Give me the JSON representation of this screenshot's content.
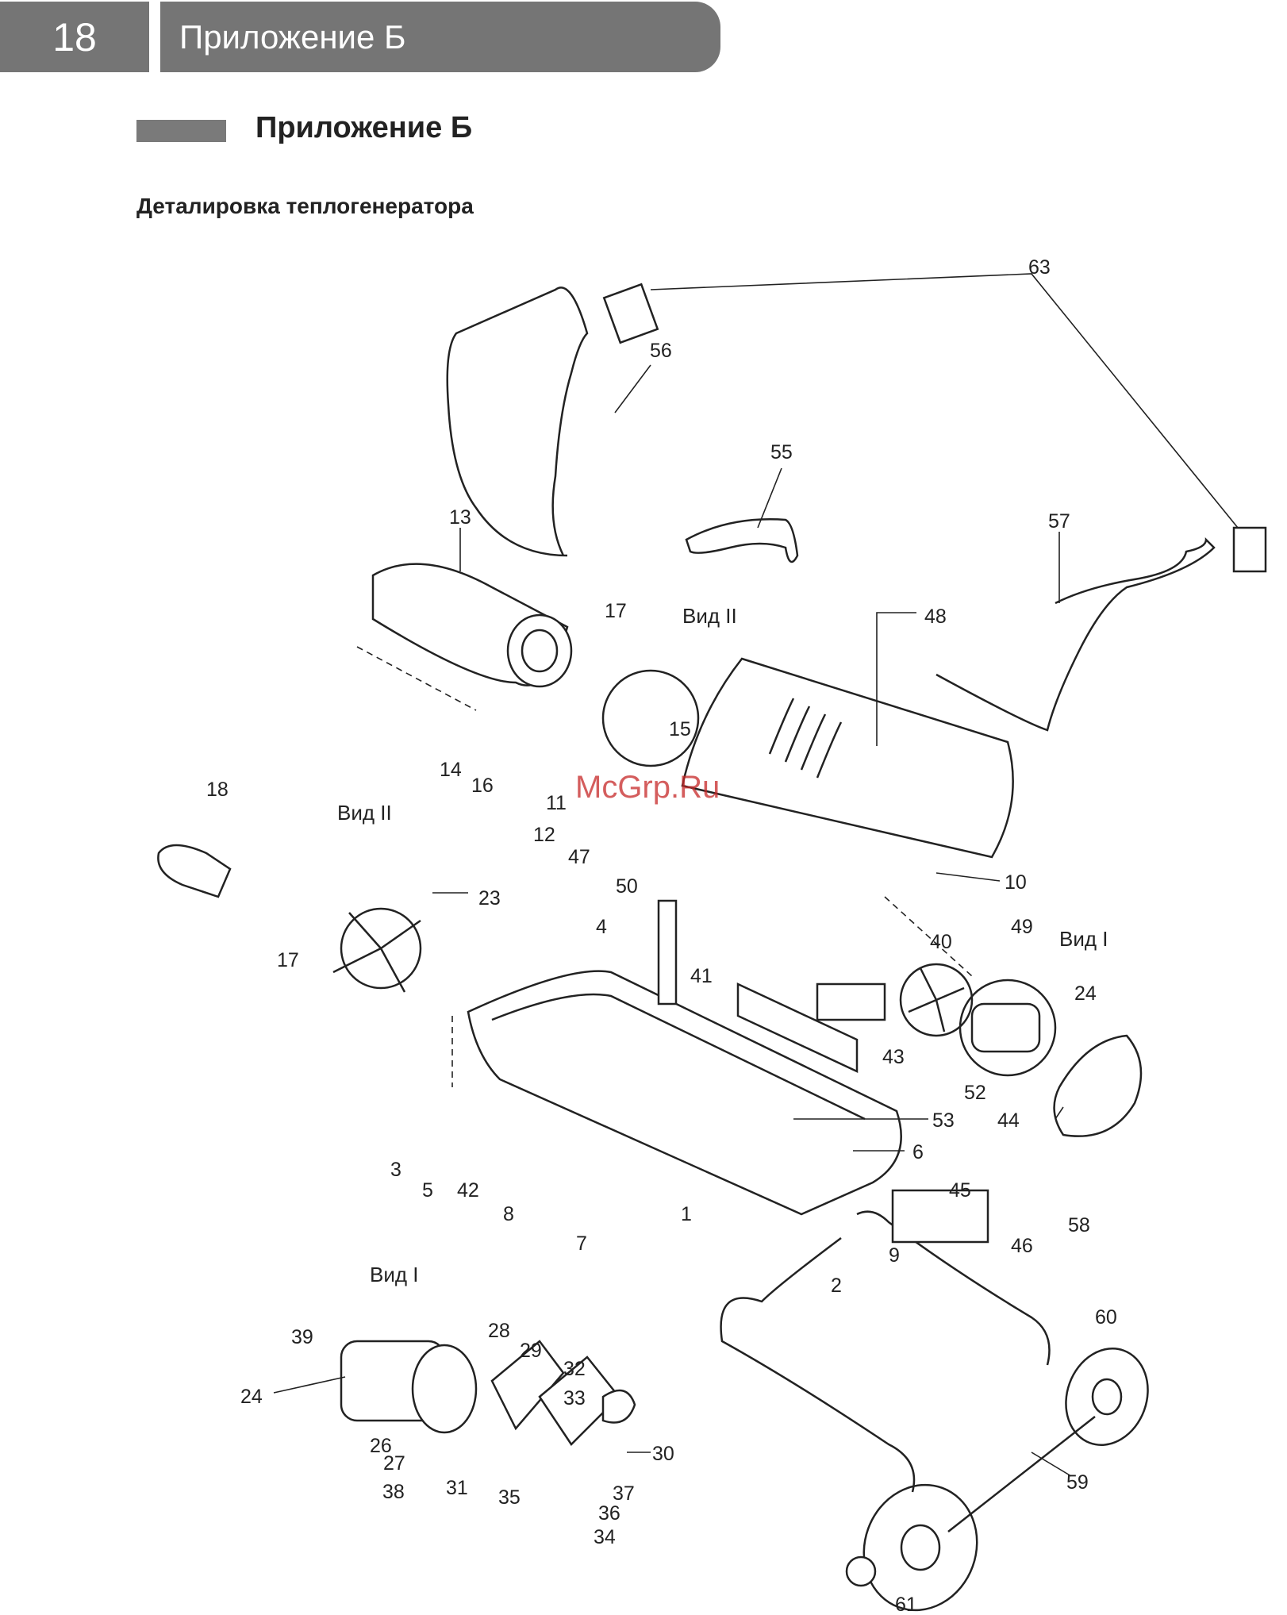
{
  "header": {
    "page_number": "18",
    "title": "Приложение Б"
  },
  "section": {
    "title": "Приложение Б",
    "subtitle": "Деталировка теплогенератора"
  },
  "diagram": {
    "watermark": "McGrp.Ru",
    "views": {
      "view_ii_top": "Вид II",
      "view_ii_left": "Вид II",
      "view_i_right": "Вид I",
      "view_i_bottom": "Вид I"
    },
    "labels": {
      "p63": "63",
      "p56": "56",
      "p55": "55",
      "p13": "13",
      "p57": "57",
      "p17a": "17",
      "p48": "48",
      "p15": "15",
      "p14": "14",
      "p16": "16",
      "p11": "11",
      "p18": "18",
      "p12": "12",
      "p47": "47",
      "p50": "50",
      "p10": "10",
      "p23": "23",
      "p4": "4",
      "p49": "49",
      "p40": "40",
      "p17b": "17",
      "p41": "41",
      "p24a": "24",
      "p43": "43",
      "p52": "52",
      "p44": "44",
      "p53": "53",
      "p6": "6",
      "p3": "3",
      "p5": "5",
      "p42": "42",
      "p8": "8",
      "p7": "7",
      "p1": "1",
      "p45": "45",
      "p9": "9",
      "p46": "46",
      "p58": "58",
      "p2": "2",
      "p60": "60",
      "p39": "39",
      "p28": "28",
      "p29": "29",
      "p32": "32",
      "p33": "33",
      "p24b": "24",
      "p26": "26",
      "p27": "27",
      "p30": "30",
      "p38": "38",
      "p31": "31",
      "p35": "35",
      "p37": "37",
      "p36": "36",
      "p34": "34",
      "p59": "59",
      "p61": "61"
    }
  }
}
